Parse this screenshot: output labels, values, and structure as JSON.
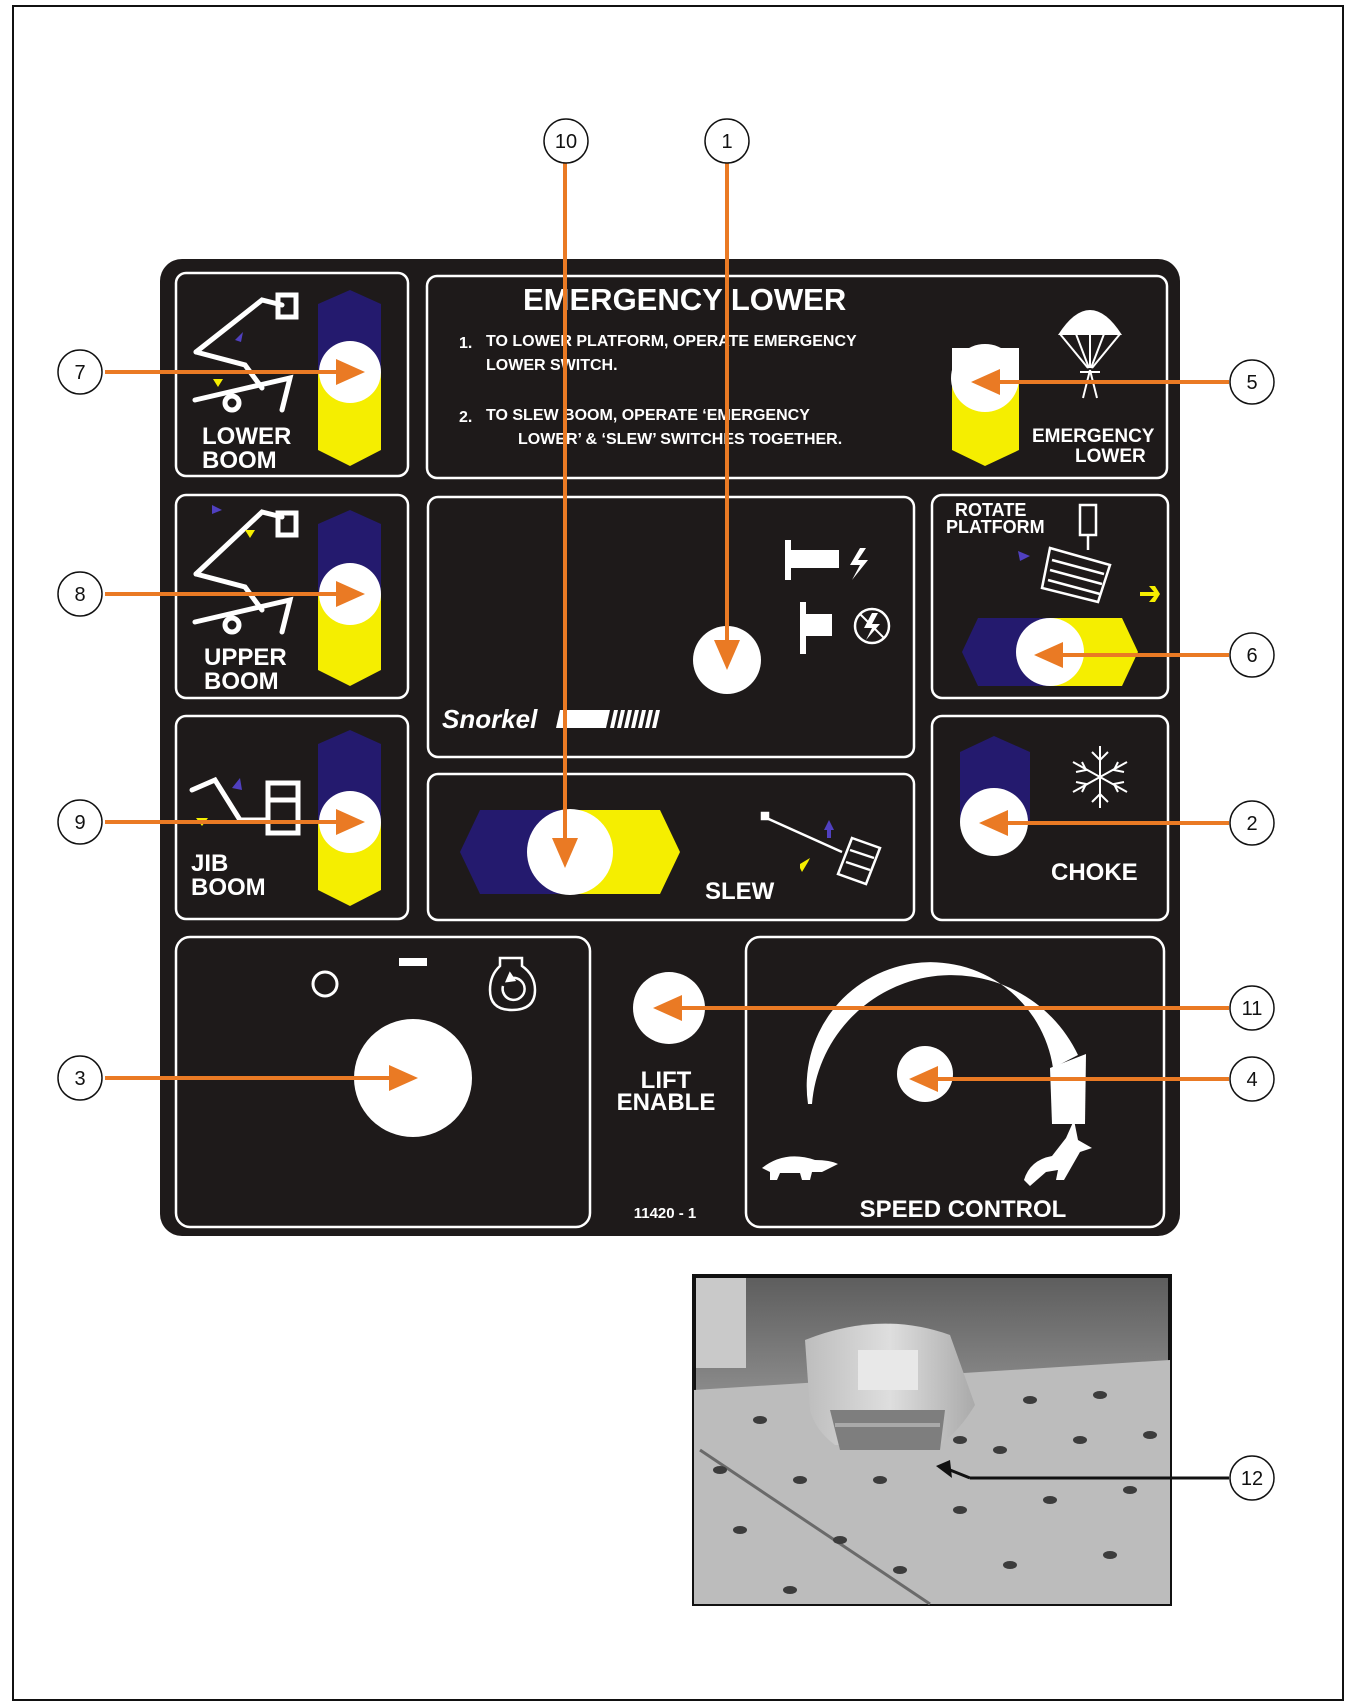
{
  "panel": {
    "emergency_lower_title": "EMERGENCY LOWER",
    "instruction_1_num": "1.",
    "instruction_1_line1": "TO LOWER PLATFORM, OPERATE EMERGENCY",
    "instruction_1_line2": "LOWER SWITCH.",
    "instruction_2_num": "2.",
    "instruction_2_line1": "TO SLEW BOOM, OPERATE ‘EMERGENCY",
    "instruction_2_line2": "LOWER’ & ‘SLEW’ SWITCHES TOGETHER.",
    "emergency_lower_label_line1": "EMERGENCY",
    "emergency_lower_label_line2": "LOWER",
    "lower_boom_line1": "LOWER",
    "lower_boom_line2": "BOOM",
    "upper_boom_line1": "UPPER",
    "upper_boom_line2": "BOOM",
    "jib_boom_line1": "JIB",
    "jib_boom_line2": "BOOM",
    "rotate_platform_line1": "ROTATE",
    "rotate_platform_line2": "PLATFORM",
    "choke": "CHOKE",
    "slew": "SLEW",
    "lift_enable_line1": "LIFT",
    "lift_enable_line2": "ENABLE",
    "speed_control": "SPEED CONTROL",
    "brand": "Snorkel",
    "part_number": "11420 - 1"
  },
  "callouts": [
    "1",
    "2",
    "3",
    "4",
    "5",
    "6",
    "7",
    "8",
    "9",
    "10",
    "11",
    "12"
  ],
  "colors": {
    "panel": "#1e1a1a",
    "outline": "#ffffff",
    "blue": "#241a6e",
    "yellow": "#f5ee00",
    "arrow": "#ea7a24",
    "photo_arrow": "#111111"
  },
  "icons": [
    "boom-lift-icon",
    "parachute-icon",
    "lightning-icon",
    "snowflake-icon",
    "footswitch-icon",
    "turtle-icon",
    "rabbit-icon",
    "ignition-key-icon"
  ]
}
